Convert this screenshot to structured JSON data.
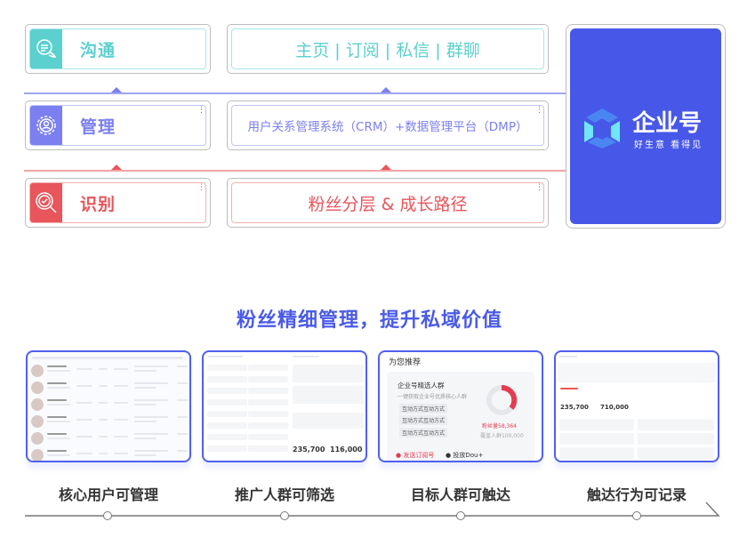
{
  "rows": [
    {
      "label": "沟通",
      "detail": "主页 | 订阅 | 私信 | 群聊",
      "color": "#5ccfcf",
      "icon": "chat-icon"
    },
    {
      "label": "管理",
      "detail": "用户关系管理系统（CRM）+数据管理平台（DMP）",
      "color": "#7b7ff0",
      "icon": "gear-user-icon"
    },
    {
      "label": "识别",
      "detail": "粉丝分层 & 成长路径",
      "color": "#e8555a",
      "icon": "search-check-icon"
    }
  ],
  "brand": {
    "name": "企业号",
    "slogan": "好生意 看得见",
    "bg": "#4758e8"
  },
  "headline": "粉丝精细管理，提升私域价值",
  "features": [
    {
      "caption": "核心用户可管理"
    },
    {
      "caption": "推广人群可筛选"
    },
    {
      "caption": "目标人群可触达"
    },
    {
      "caption": "触达行为可记录"
    }
  ],
  "card2": {
    "stat1": "235,700",
    "stat2": "116,000"
  },
  "card3": {
    "title": "为您推荐",
    "group": "企业号精选人群",
    "sub": "一键获取企业号优质核心人群",
    "tags": [
      "互动方式互动方式",
      "互动方式互动方式",
      "互动方式互动方式"
    ],
    "fans": "粉丝量58,364",
    "cover": "覆盖人群100,000",
    "send": "发送订阅号",
    "dou": "投放Dou+"
  },
  "card4": {
    "stat1": "235,700",
    "stat2": "710,000"
  }
}
